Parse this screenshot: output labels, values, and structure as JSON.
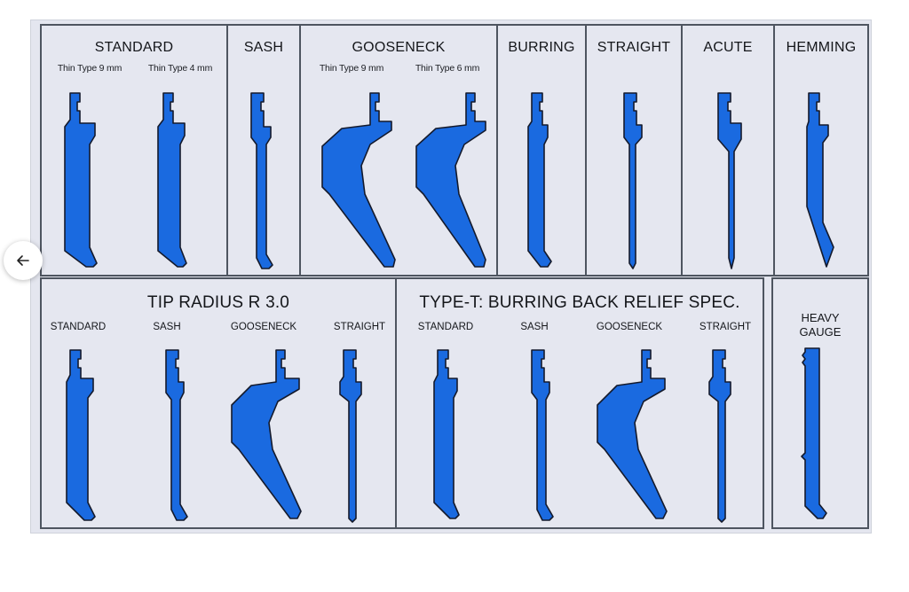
{
  "panels": {
    "standard": {
      "title": "STANDARD",
      "sub1": "Thin Type 9 mm",
      "sub2": "Thin Type 4 mm"
    },
    "sash": {
      "title": "SASH"
    },
    "gooseneck": {
      "title": "GOOSENECK",
      "sub1": "Thin Type 9 mm",
      "sub2": "Thin Type 6 mm"
    },
    "burring": {
      "title": "BURRING"
    },
    "straight": {
      "title": "STRAIGHT"
    },
    "acute": {
      "title": "ACUTE"
    },
    "hemming": {
      "title": "HEMMING"
    },
    "tip_radius": {
      "title": "TIP RADIUS R 3.0",
      "labels": [
        "STANDARD",
        "SASH",
        "GOOSENECK",
        "STRAIGHT"
      ]
    },
    "type_t": {
      "title": "TYPE-T: BURRING BACK RELIEF SPEC.",
      "labels": [
        "STANDARD",
        "SASH",
        "GOOSENECK",
        "STRAIGHT"
      ]
    },
    "heavy_gauge": {
      "line1": "HEAVY",
      "line2": "GAUGE"
    }
  },
  "colors": {
    "tool_fill": "#1a6ae0",
    "tool_outline": "#141a2c",
    "panel_bg": "#e5e7f0",
    "border": "#4e5560"
  },
  "icons": {
    "back": "arrow-left-icon"
  }
}
